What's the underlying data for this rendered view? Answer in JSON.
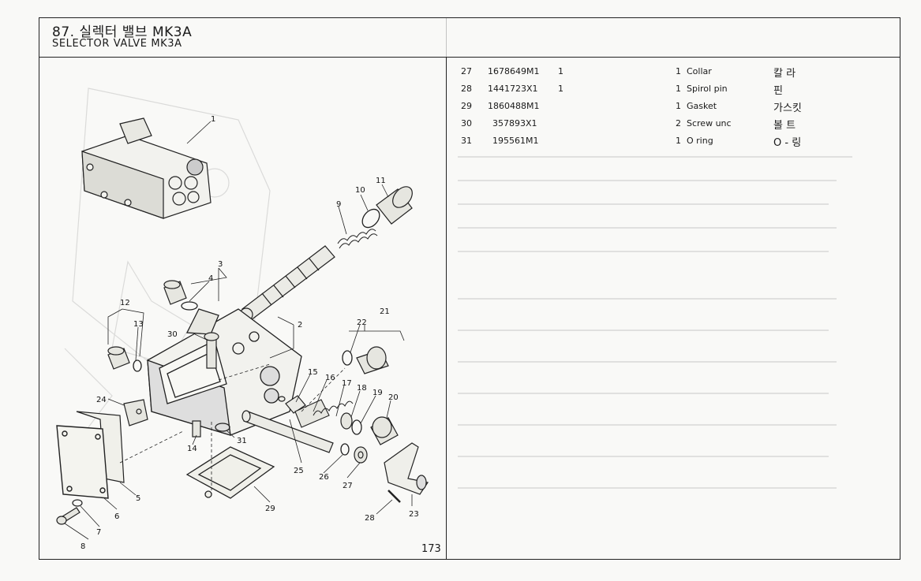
{
  "header": {
    "title_ko": "87. 실렉터 밸브 MK3A",
    "title_en": "SELECTOR VALVE MK3A"
  },
  "page_number": "173",
  "parts": [
    {
      "no": "27",
      "part_no": "1678649M1",
      "q1": "1",
      "qty": "1",
      "desc": "Collar",
      "name_ko": "칼 라"
    },
    {
      "no": "28",
      "part_no": "1441723X1",
      "q1": "1",
      "qty": "1",
      "desc": "Spirol pin",
      "name_ko": "핀"
    },
    {
      "no": "29",
      "part_no": "1860488M1",
      "q1": "",
      "qty": "1",
      "desc": "Gasket",
      "name_ko": "가스킷"
    },
    {
      "no": "30",
      "part_no": "357893X1",
      "q1": "",
      "qty": "2",
      "desc": "Screw unc",
      "name_ko": "볼 트"
    },
    {
      "no": "31",
      "part_no": "195561M1",
      "q1": "",
      "qty": "1",
      "desc": "O ring",
      "name_ko": "O - 링"
    }
  ],
  "callouts": {
    "c1": "1",
    "c2": "2",
    "c3": "3",
    "c4": "4",
    "c5": "5",
    "c6": "6",
    "c7": "7",
    "c8": "8",
    "c9": "9",
    "c10": "10",
    "c11": "11",
    "c12": "12",
    "c13": "13",
    "c14": "14",
    "c15": "15",
    "c16": "16",
    "c17": "17",
    "c18": "18",
    "c19": "19",
    "c20": "20",
    "c21": "21",
    "c22": "22",
    "c23": "23",
    "c24": "24",
    "c25": "25",
    "c26": "26",
    "c27": "27",
    "c28": "28",
    "c29": "29",
    "c30": "30",
    "c31": "31"
  },
  "colors": {
    "ink": "#1a1a1a",
    "paper": "#f9f9f7",
    "ghost": "#888888"
  }
}
